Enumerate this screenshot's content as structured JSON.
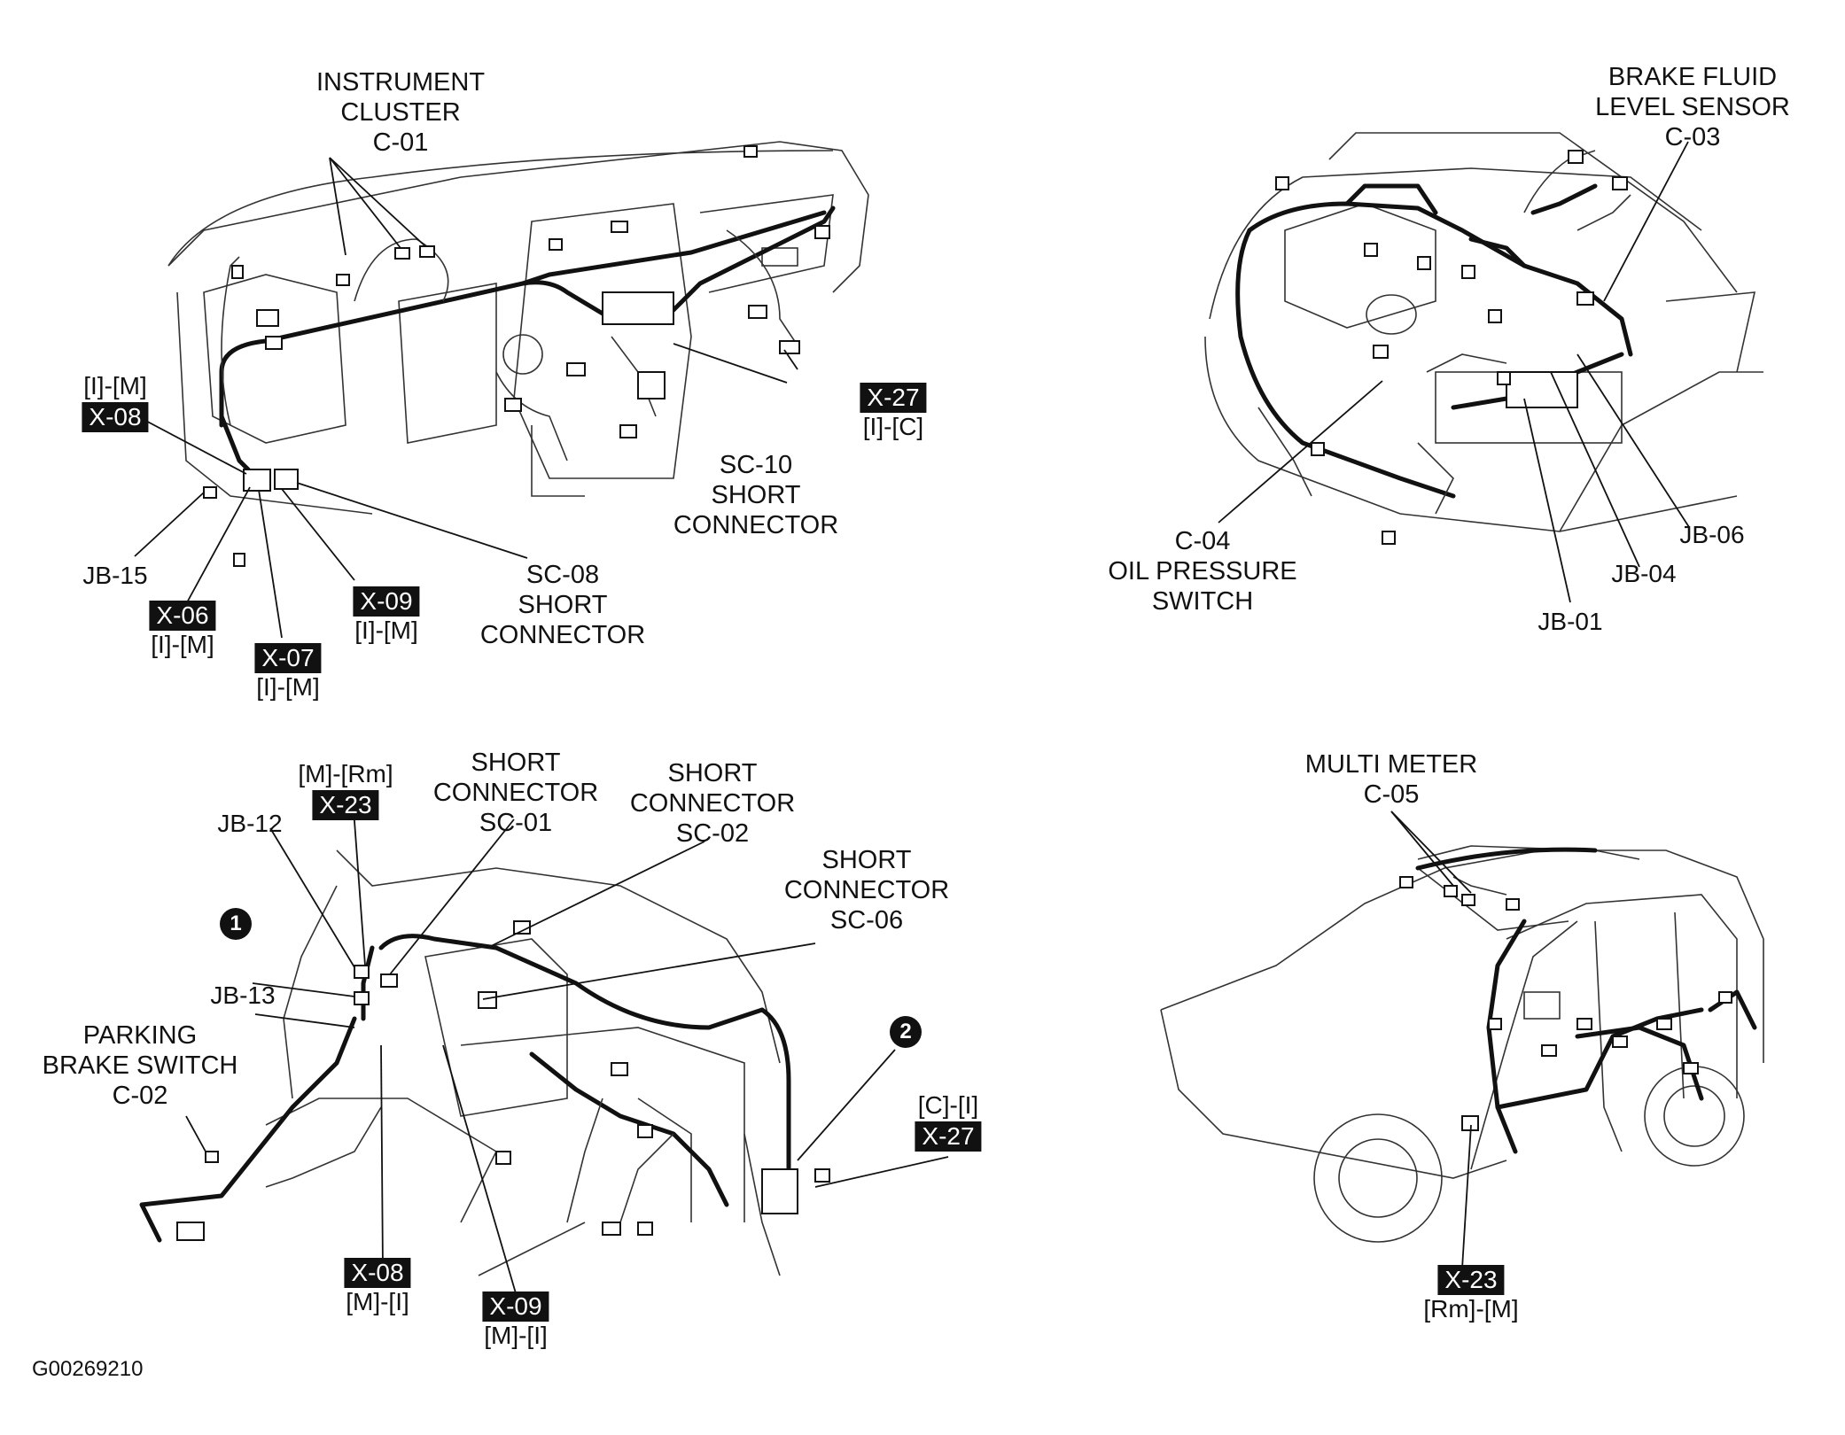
{
  "figure_id": "G00269210",
  "panels": {
    "top_left": {
      "instrument_cluster": [
        "INSTRUMENT",
        "CLUSTER",
        "C-01"
      ],
      "x08": {
        "code": "[I]-[M]",
        "tag": "X-08"
      },
      "x27": {
        "tag": "X-27",
        "code": "[I]-[C]"
      },
      "sc10": [
        "SC-10",
        "SHORT",
        "CONNECTOR"
      ],
      "jb15": "JB-15",
      "x06": {
        "tag": "X-06",
        "code": "[I]-[M]"
      },
      "x07": {
        "tag": "X-07",
        "code": "[I]-[M]"
      },
      "x09": {
        "tag": "X-09",
        "code": "[I]-[M]"
      },
      "sc08": [
        "SC-08",
        "SHORT",
        "CONNECTOR"
      ]
    },
    "top_right": {
      "brake_fluid": [
        "BRAKE FLUID",
        "LEVEL SENSOR",
        "C-03"
      ],
      "oil_pressure": [
        "C-04",
        "OIL PRESSURE",
        "SWITCH"
      ],
      "jb06": "JB-06",
      "jb04": "JB-04",
      "jb01": "JB-01"
    },
    "bottom_left": {
      "x23": {
        "code": "[M]-[Rm]",
        "tag": "X-23"
      },
      "jb12": "JB-12",
      "sc01": [
        "SHORT",
        "CONNECTOR",
        "SC-01"
      ],
      "sc02": [
        "SHORT",
        "CONNECTOR",
        "SC-02"
      ],
      "sc06": [
        "SHORT",
        "CONNECTOR",
        "SC-06"
      ],
      "jb13": "JB-13",
      "parking_brake": [
        "PARKING",
        "BRAKE SWITCH",
        "C-02"
      ],
      "x27": {
        "code": "[C]-[I]",
        "tag": "X-27"
      },
      "x08": {
        "tag": "X-08",
        "code": "[M]-[I]"
      },
      "x09": {
        "tag": "X-09",
        "code": "[M]-[I]"
      },
      "marker_1": "1",
      "marker_2": "2"
    },
    "bottom_right": {
      "multi_meter": [
        "MULTI METER",
        "C-05"
      ],
      "x23": {
        "tag": "X-23",
        "code": "[Rm]-[M]"
      }
    }
  }
}
